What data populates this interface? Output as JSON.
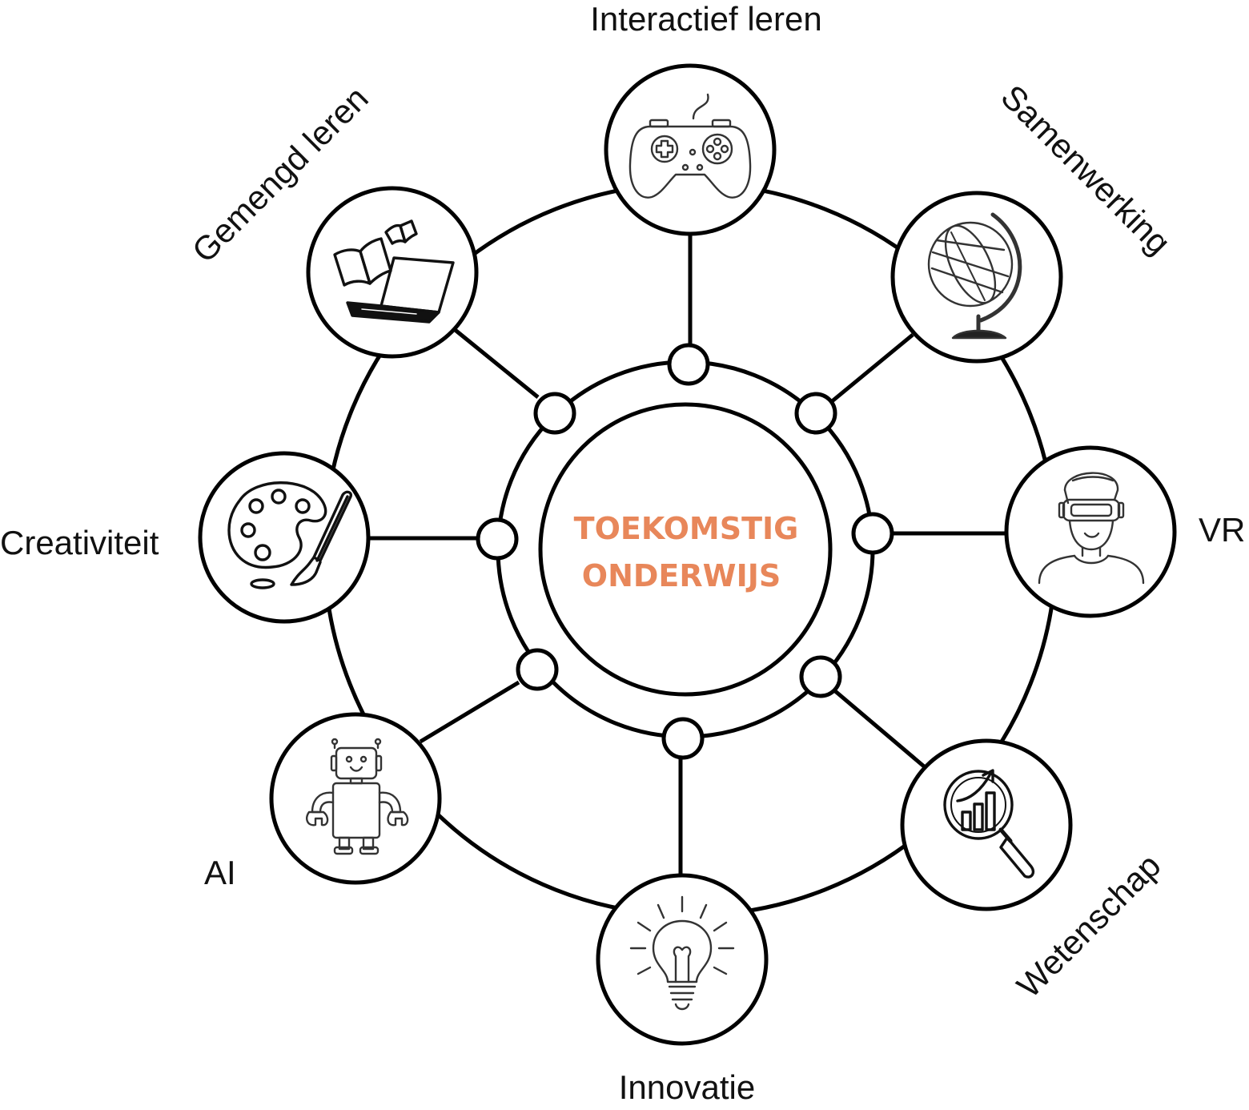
{
  "center": {
    "line1": "TOEKOMSTIG",
    "line2": "ONDERWIJS",
    "color": "#E8875A"
  },
  "nodes": [
    {
      "id": "interactief-leren",
      "label": "Interactief leren",
      "icon": "game-controller-icon"
    },
    {
      "id": "samenwerking",
      "label": "Samenwerking",
      "icon": "globe-icon"
    },
    {
      "id": "vr",
      "label": "VR",
      "icon": "vr-headset-person-icon"
    },
    {
      "id": "wetenschap",
      "label": "Wetenschap",
      "icon": "magnifier-chart-icon"
    },
    {
      "id": "innovatie",
      "label": "Innovatie",
      "icon": "lightbulb-icon"
    },
    {
      "id": "ai",
      "label": "AI",
      "icon": "robot-icon"
    },
    {
      "id": "creativiteit",
      "label": "Creativiteit",
      "icon": "palette-brush-icon"
    },
    {
      "id": "gemengd-leren",
      "label": "Gemengd leren",
      "icon": "books-laptop-icon"
    }
  ]
}
